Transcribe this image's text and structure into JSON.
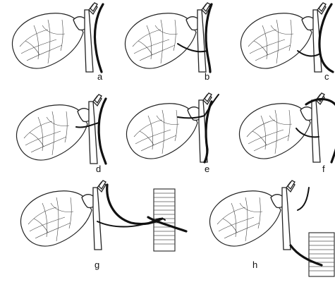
{
  "figure": {
    "panels": [
      {
        "id": "a",
        "label": "a"
      },
      {
        "id": "b",
        "label": "b"
      },
      {
        "id": "c",
        "label": "c"
      },
      {
        "id": "d",
        "label": "d"
      },
      {
        "id": "e",
        "label": "e"
      },
      {
        "id": "f",
        "label": "f"
      },
      {
        "id": "g",
        "label": "g"
      },
      {
        "id": "h",
        "label": "h"
      }
    ]
  }
}
